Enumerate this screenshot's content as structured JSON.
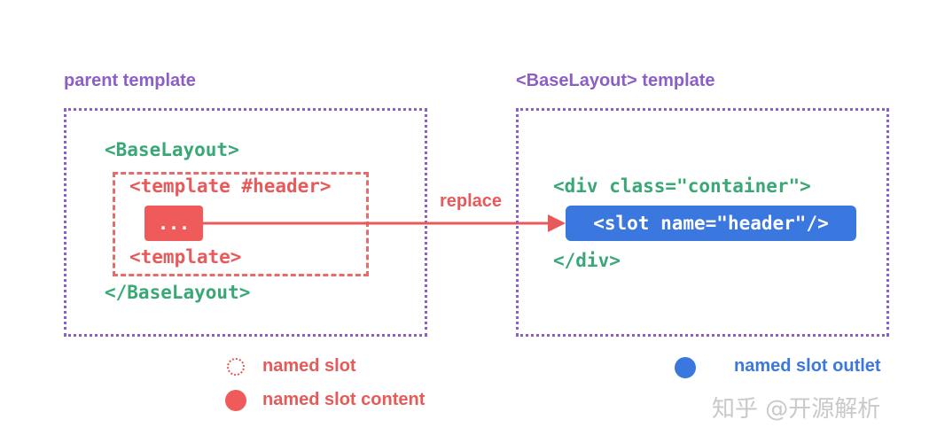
{
  "parent": {
    "title": "parent template",
    "open_tag": "<BaseLayout>",
    "template_open": "<template #header>",
    "content": "...",
    "template_close": "<template>",
    "close_tag": "</BaseLayout>"
  },
  "child": {
    "title": "<BaseLayout> template",
    "div_open": "<div class=\"container\">",
    "slot": "<slot name=\"header\"/>",
    "div_close": "</div>"
  },
  "arrow_label": "replace",
  "legend": {
    "named_slot": "named slot",
    "named_slot_content": "named slot content",
    "named_slot_outlet": "named slot outlet"
  },
  "watermark": "知乎 @开源解析",
  "colors": {
    "purple": "#8b5fc7",
    "green": "#3aa876",
    "red": "#e85a5a",
    "blue": "#3a78e0"
  }
}
